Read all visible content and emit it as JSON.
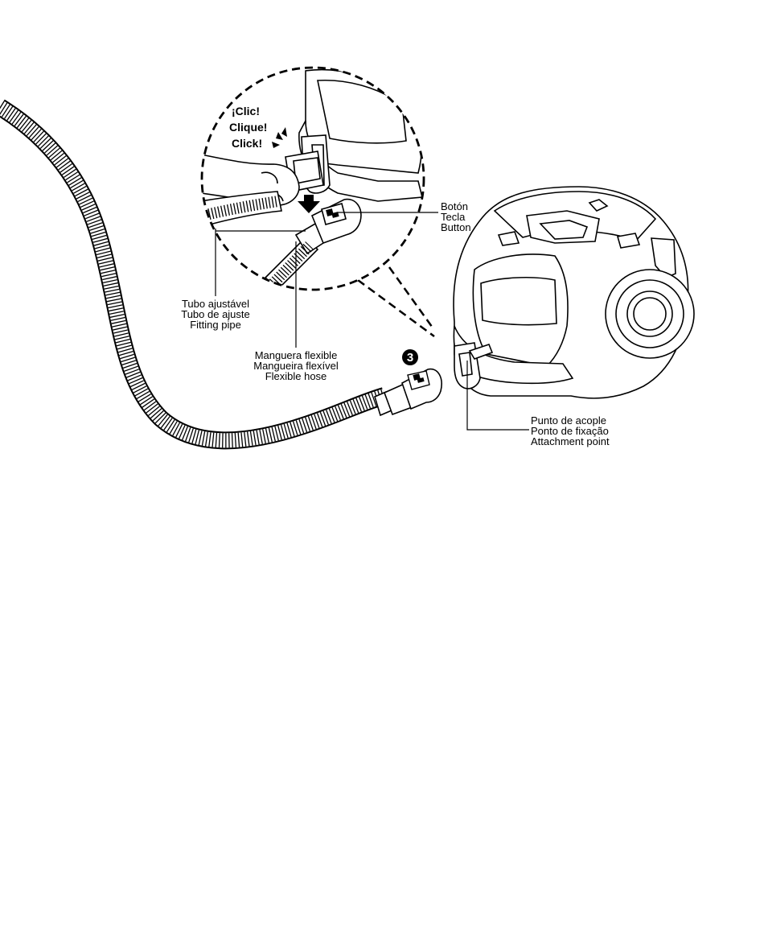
{
  "click_text": [
    "¡Clic!",
    "Clique!",
    "Click!"
  ],
  "button_label": [
    "Botón",
    "Tecla",
    "Button"
  ],
  "fitting_pipe_label": [
    "Tubo ajustável",
    "Tubo de ajuste",
    "Fitting pipe"
  ],
  "hose_label": [
    "Manguera flexible",
    "Mangueira flexível",
    "Flexible hose"
  ],
  "attachment_label": [
    "Punto de acople",
    "Ponto de fixação",
    "Attachment point"
  ],
  "step_number": "3"
}
